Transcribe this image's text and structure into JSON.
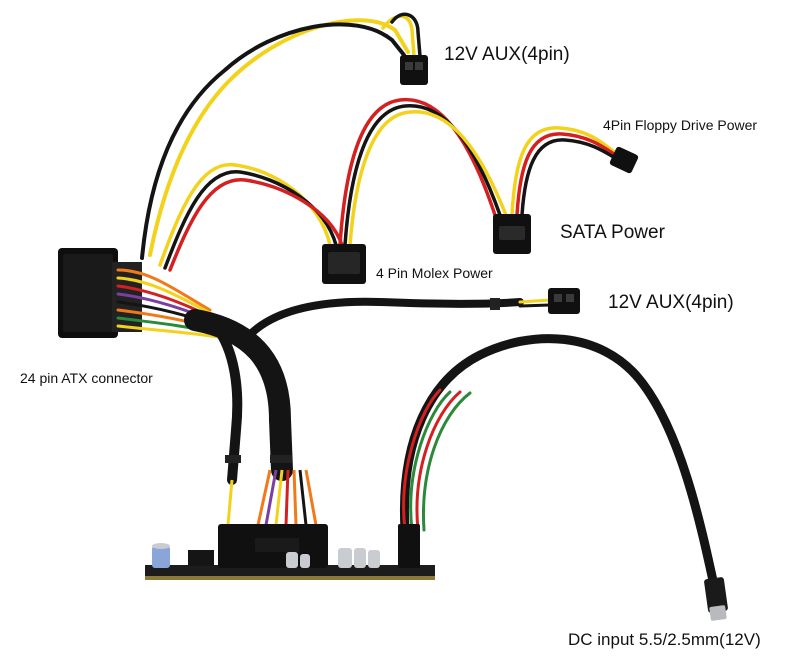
{
  "labels": {
    "aux_top": "12V AUX(4pin)",
    "floppy": "4Pin Floppy Drive Power",
    "sata": "SATA Power",
    "molex": "4 Pin Molex Power",
    "aux_mid": "12V AUX(4pin)",
    "atx": "24 pin ATX connector",
    "dc_input": "DC input 5.5/2.5mm(12V)"
  },
  "colors": {
    "background": "#ffffff",
    "wire_yellow": "#f2d21b",
    "wire_red": "#d42020",
    "wire_black": "#141414",
    "wire_orange": "#f07a1a",
    "wire_green": "#2a8a3a",
    "wire_purple": "#7a3fa0",
    "connector_black": "#101010",
    "pcb": "#1c1c1c",
    "capacitor_silver": "#c9ccd0",
    "capacitor_blue": "#8aa6d8"
  }
}
